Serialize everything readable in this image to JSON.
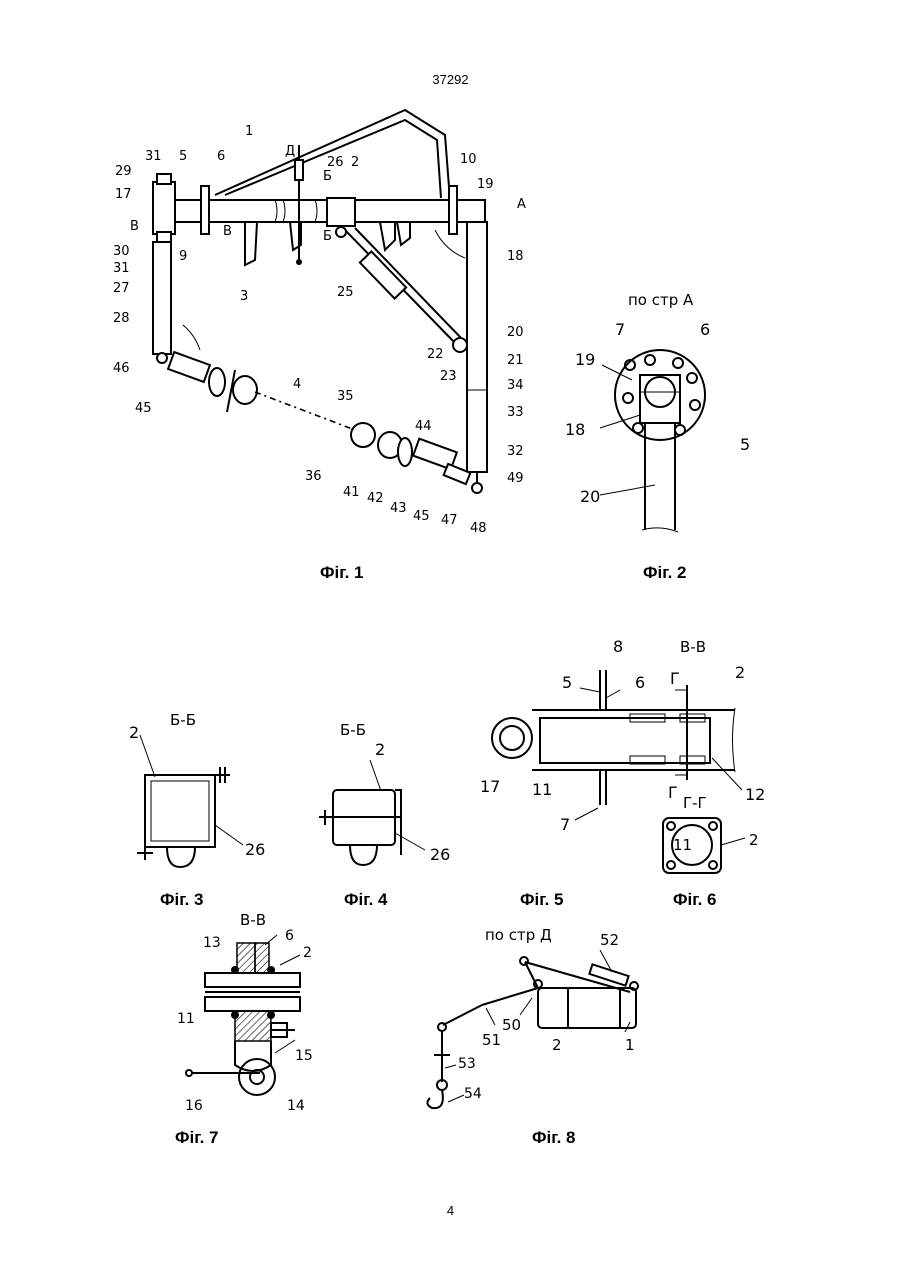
{
  "header": {
    "patent_number": "37292"
  },
  "footer": {
    "page_number": "4"
  },
  "figures": {
    "fig1": {
      "caption": "Фіг. 1",
      "labels": [
        "1",
        "Д",
        "29",
        "31",
        "5",
        "6",
        "26",
        "2",
        "10",
        "19",
        "А",
        "17",
        "Б",
        "В",
        "В",
        "9",
        "Б",
        "18",
        "30",
        "31",
        "3",
        "25",
        "27",
        "20",
        "28",
        "22",
        "21",
        "46",
        "23",
        "34",
        "4",
        "35",
        "33",
        "45",
        "44",
        "32",
        "36",
        "41",
        "42",
        "43",
        "45",
        "47",
        "48",
        "49"
      ]
    },
    "fig2": {
      "caption": "Фіг. 2",
      "view": "по стр А",
      "labels": [
        "7",
        "6",
        "19",
        "18",
        "5",
        "20"
      ]
    },
    "fig3": {
      "caption": "Фіг. 3",
      "section": "Б-Б",
      "labels": [
        "2",
        "26"
      ]
    },
    "fig4": {
      "caption": "Фіг. 4",
      "section": "Б-Б",
      "labels": [
        "2",
        "26"
      ]
    },
    "fig5": {
      "caption": "Фіг. 5",
      "section": "В-В",
      "labels": [
        "8",
        "5",
        "6",
        "Г",
        "2",
        "17",
        "11",
        "Г",
        "7",
        "12"
      ]
    },
    "fig6": {
      "caption": "Фіг. 6",
      "section": "Г-Г",
      "labels": [
        "11",
        "2"
      ]
    },
    "fig7": {
      "caption": "Фіг. 7",
      "section": "В-В",
      "labels": [
        "13",
        "6",
        "2",
        "11",
        "15",
        "16",
        "14"
      ]
    },
    "fig8": {
      "caption": "Фіг. 8",
      "view": "по стр Д",
      "labels": [
        "52",
        "50",
        "51",
        "2",
        "1",
        "53",
        "54"
      ]
    }
  }
}
